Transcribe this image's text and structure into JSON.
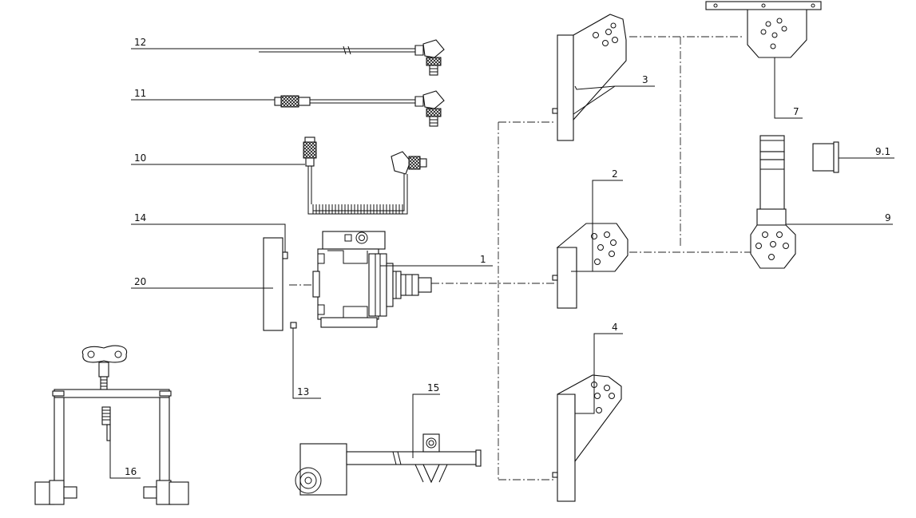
{
  "labels": {
    "p1": "1",
    "p2": "2",
    "p3": "3",
    "p4": "4",
    "p7": "7",
    "p9": "9",
    "p9_1": "9.1",
    "p10": "10",
    "p11": "11",
    "p12": "12",
    "p13": "13",
    "p14": "14",
    "p15": "15",
    "p16": "16",
    "p20": "20"
  }
}
